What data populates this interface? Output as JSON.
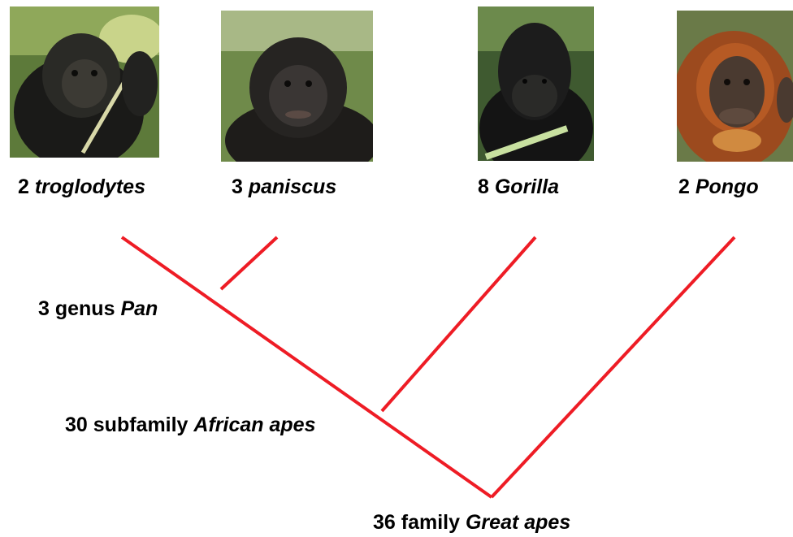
{
  "colors": {
    "tree_line": "#ee1c25",
    "text": "#000000"
  },
  "leaves": [
    {
      "count": "2",
      "name": "troglodytes",
      "photo": "chimpanzee-photo"
    },
    {
      "count": "3",
      "name": "paniscus",
      "photo": "bonobo-photo"
    },
    {
      "count": "8",
      "name": "Gorilla",
      "photo": "gorilla-photo"
    },
    {
      "count": "2",
      "name": "Pongo",
      "photo": "orangutan-photo"
    }
  ],
  "nodes": [
    {
      "count": "3",
      "prefix": "genus",
      "name": "Pan"
    },
    {
      "count": "30",
      "prefix": "subfamily",
      "name": "African apes"
    },
    {
      "count": "36",
      "prefix": "family",
      "name": "Great apes"
    }
  ]
}
